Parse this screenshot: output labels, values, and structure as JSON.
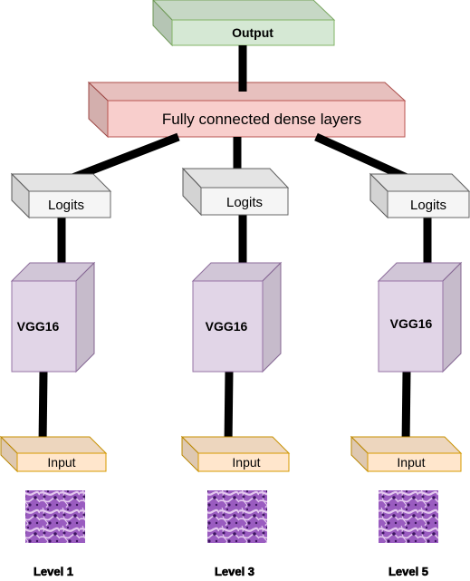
{
  "nodes": {
    "output": "Output",
    "dense": "Fully connected dense layers",
    "branches": [
      {
        "logits": "Logits",
        "model": "VGG16",
        "input": "Input",
        "level": "Level 1"
      },
      {
        "logits": "Logits",
        "model": "VGG16",
        "input": "Input",
        "level": "Level 3"
      },
      {
        "logits": "Logits",
        "model": "VGG16",
        "input": "Input",
        "level": "Level 5"
      }
    ]
  },
  "colors": {
    "output_fill": "#d5e8d4",
    "output_stroke": "#82b366",
    "dense_fill": "#f8cecc",
    "dense_stroke": "#b85450",
    "logits_fill": "#f5f5f5",
    "logits_stroke": "#666666",
    "vgg_fill": "#e1d5e7",
    "vgg_stroke": "#9673a6",
    "input_fill": "#ffe6cc",
    "input_stroke": "#d79b00",
    "connector": "#000000",
    "tissue_base": "#9a5cc0",
    "tissue_light": "#e3c8ee",
    "tissue_dark": "#3d1560"
  }
}
